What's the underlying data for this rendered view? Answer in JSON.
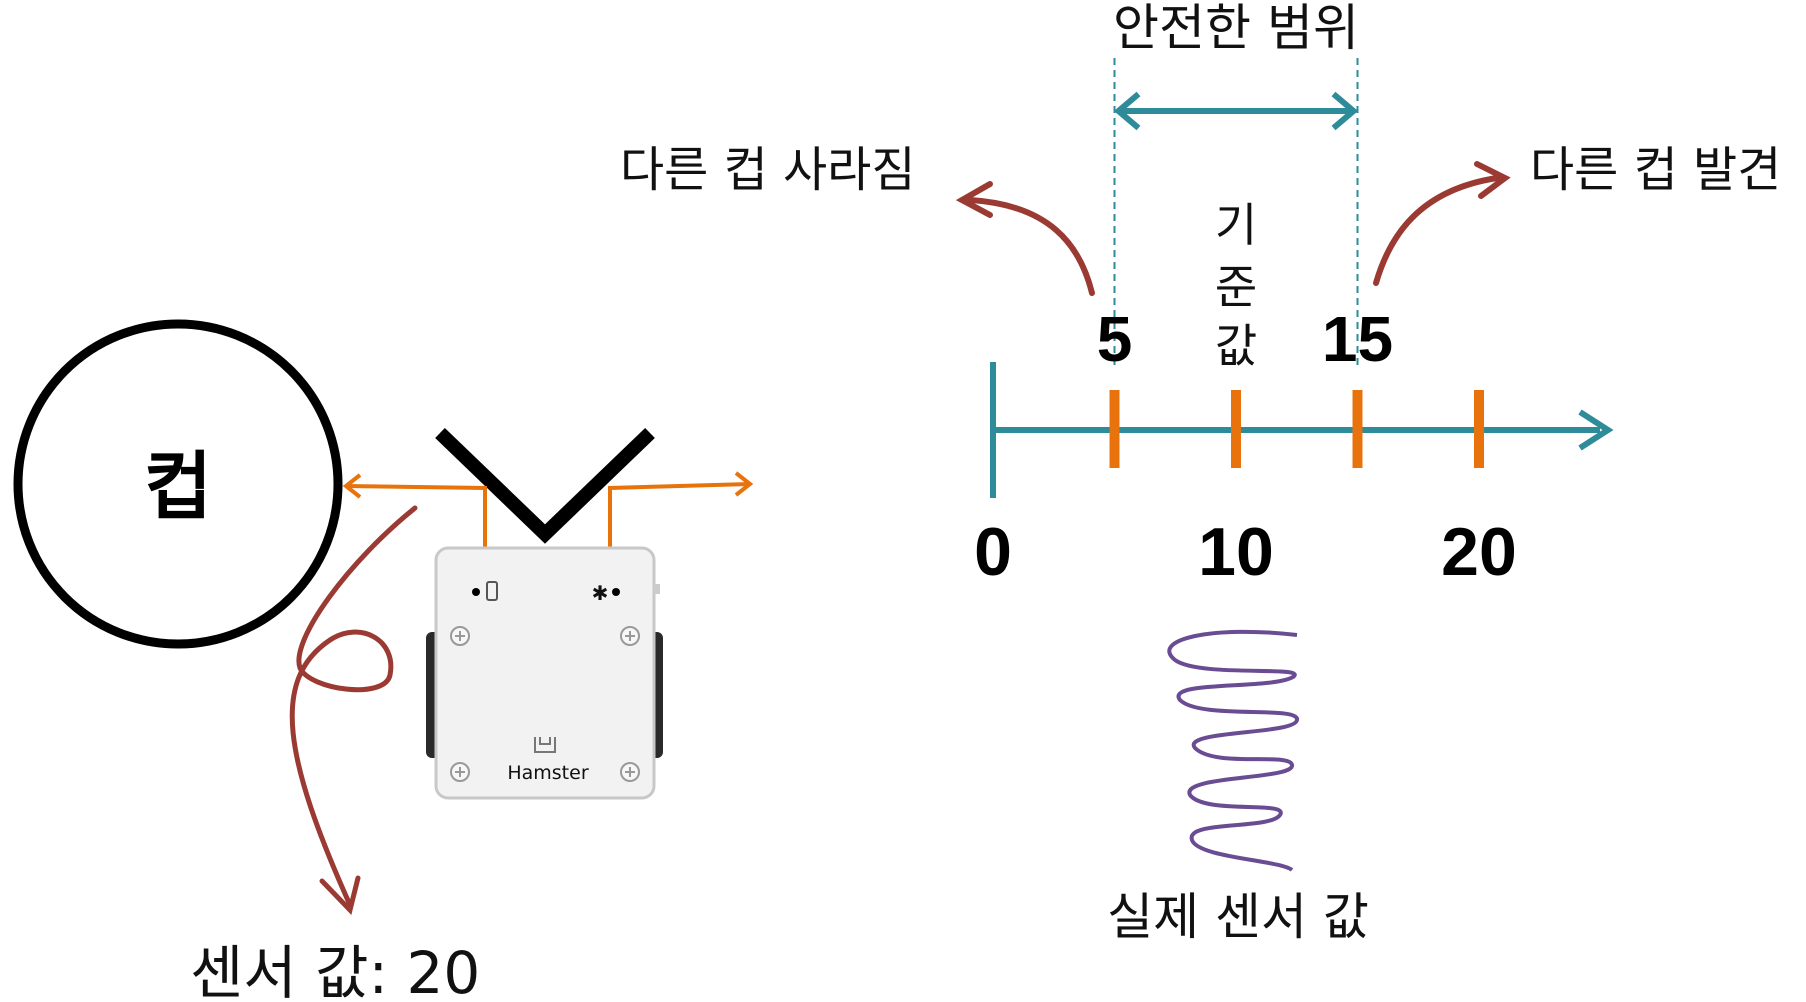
{
  "cup": {
    "label": "컵"
  },
  "robot": {
    "brand": "Hamster"
  },
  "sensor_label": "센서 값: 20",
  "scale": {
    "ticks": [
      {
        "value": 0,
        "label": "0"
      },
      {
        "value": 5,
        "label": ""
      },
      {
        "value": 10,
        "label": "10"
      },
      {
        "value": 15,
        "label": ""
      },
      {
        "value": 20,
        "label": "20"
      }
    ],
    "safe_range": {
      "from": 5,
      "to": 15,
      "label": "안전한 범위"
    },
    "threshold_low": {
      "value": 5,
      "label": "5"
    },
    "threshold_high": {
      "value": 15,
      "label": "15"
    },
    "reference_label": [
      "기",
      "준",
      "값"
    ],
    "low_event": "다른 컵 사라짐",
    "high_event": "다른 컵 발견",
    "actual_label": "실제 센서 값"
  },
  "colors": {
    "axis": "#2e8b9a",
    "tick": "#e8730c",
    "arrow_red": "#9b3a33",
    "wave": "#6a4c93",
    "ink": "#000000"
  }
}
